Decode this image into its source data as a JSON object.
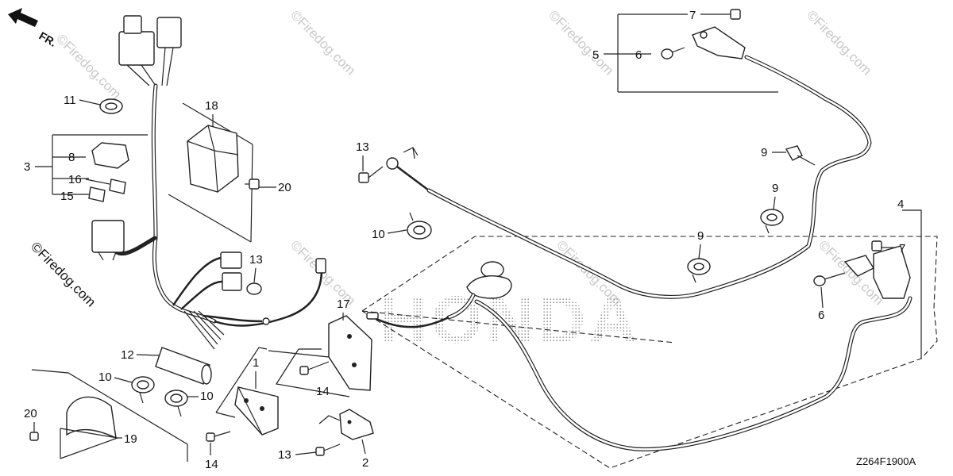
{
  "direction_label": "FR.",
  "diagram_code": "Z264F1900A",
  "brand_watermark": "HONDA",
  "watermark_text": "©Firedog.com",
  "callouts": {
    "c1": "1",
    "c2": "2",
    "c3": "3",
    "c4": "4",
    "c5": "5",
    "c6a": "6",
    "c6b": "6",
    "c7a": "7",
    "c7b": "7",
    "c8": "8",
    "c9a": "9",
    "c9b": "9",
    "c9c": "9",
    "c10a": "10",
    "c10b": "10",
    "c10c": "10",
    "c11": "11",
    "c12": "12",
    "c13a": "13",
    "c13b": "13",
    "c13c": "13",
    "c14a": "14",
    "c14b": "14",
    "c15": "15",
    "c16": "16",
    "c17": "17",
    "c18": "18",
    "c19": "19",
    "c20a": "20",
    "c20b": "20"
  }
}
